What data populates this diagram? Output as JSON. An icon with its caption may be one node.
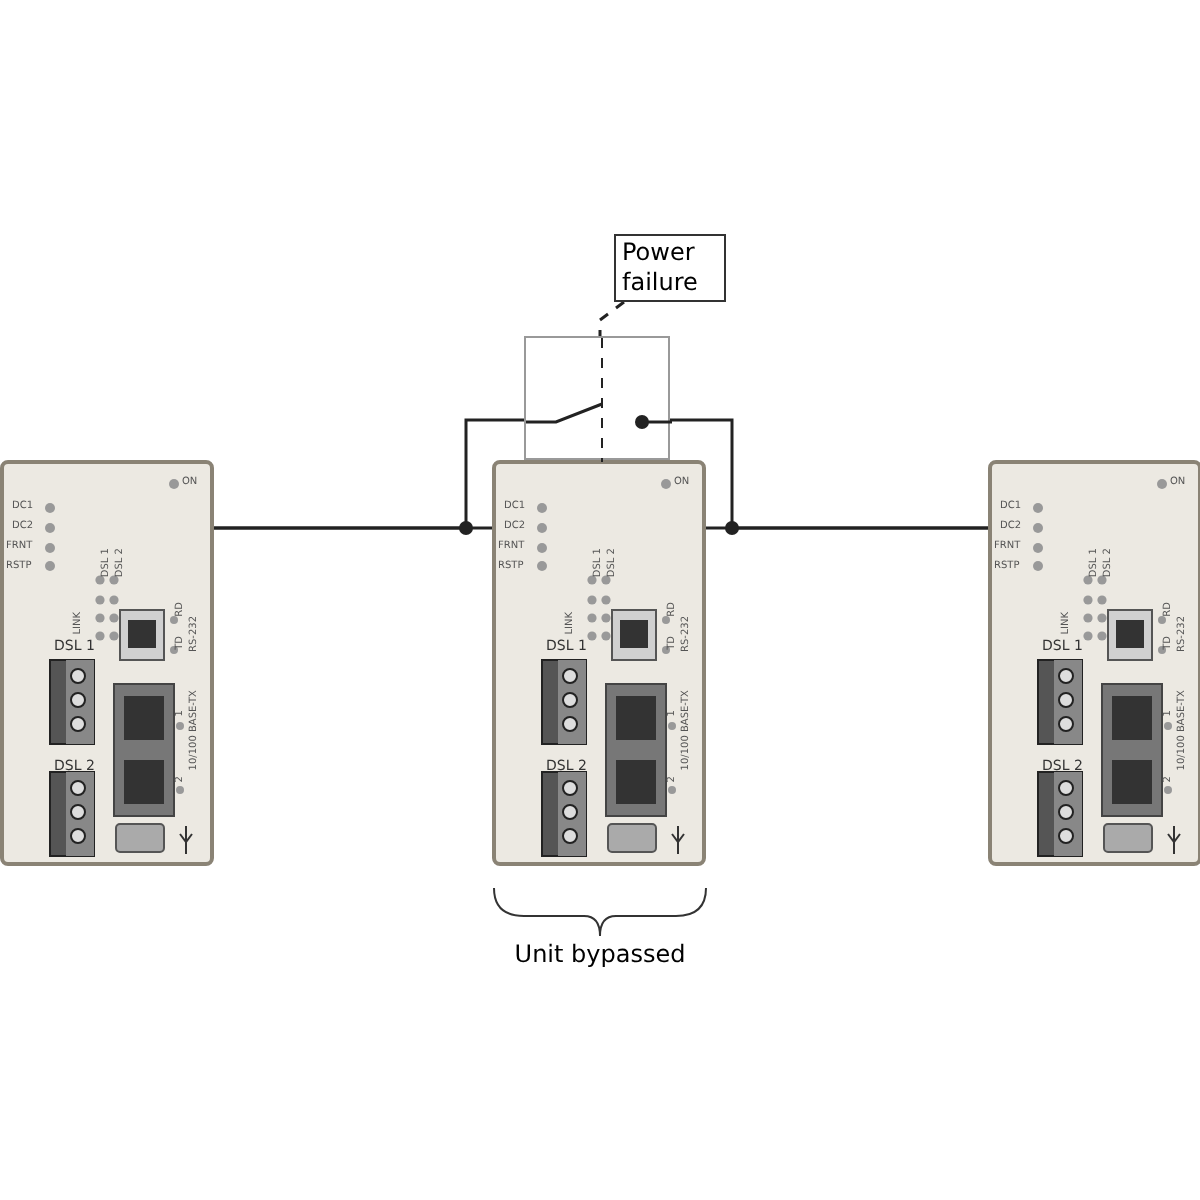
{
  "diagram": {
    "nodes": [
      {
        "text": [
          "ON",
          "DC1",
          "DC2",
          "FRNT",
          "RSTP",
          "DSL 1",
          "DSL 2",
          "LINK",
          "RD",
          "TD",
          "RS-232",
          "DSL 1",
          "DSL 2",
          "1",
          "2",
          "10/100 BASE-TX"
        ]
      },
      {
        "text": [],
        "shape": "box"
      },
      {
        "text": [
          "ON",
          "DC1",
          "DC2",
          "FRNT",
          "RSTP",
          "DSL 1",
          "DSL 2",
          "LINK",
          "RD",
          "TD",
          "RS-232",
          "DSL 1",
          "DSL 2",
          "1",
          "2",
          "10/100 BASE-TX"
        ]
      },
      {
        "text": [
          "ON",
          "DC1",
          "DC2",
          "FRNT",
          "RSTP",
          "DSL 1",
          "DSL 2",
          "LINK",
          "RD",
          "TD",
          "RS-232",
          "DSL 1",
          "DSL 2",
          "1",
          "2",
          "10/100 BASE-TX"
        ]
      },
      {
        "text": [
          "Power failure"
        ]
      }
    ],
    "edges": [
      {
        "from": 0,
        "to": 2,
        "arrow": "none"
      },
      {
        "from": 2,
        "to": 3,
        "arrow": "none"
      },
      {
        "from": 0,
        "to": 1,
        "arrow": "none"
      },
      {
        "from": 1,
        "to": 3,
        "arrow": "none"
      },
      {
        "from": 4,
        "to": 1,
        "arrow": "none",
        "style": "dashed"
      }
    ],
    "labels": [
      "Unit bypassed"
    ]
  }
}
